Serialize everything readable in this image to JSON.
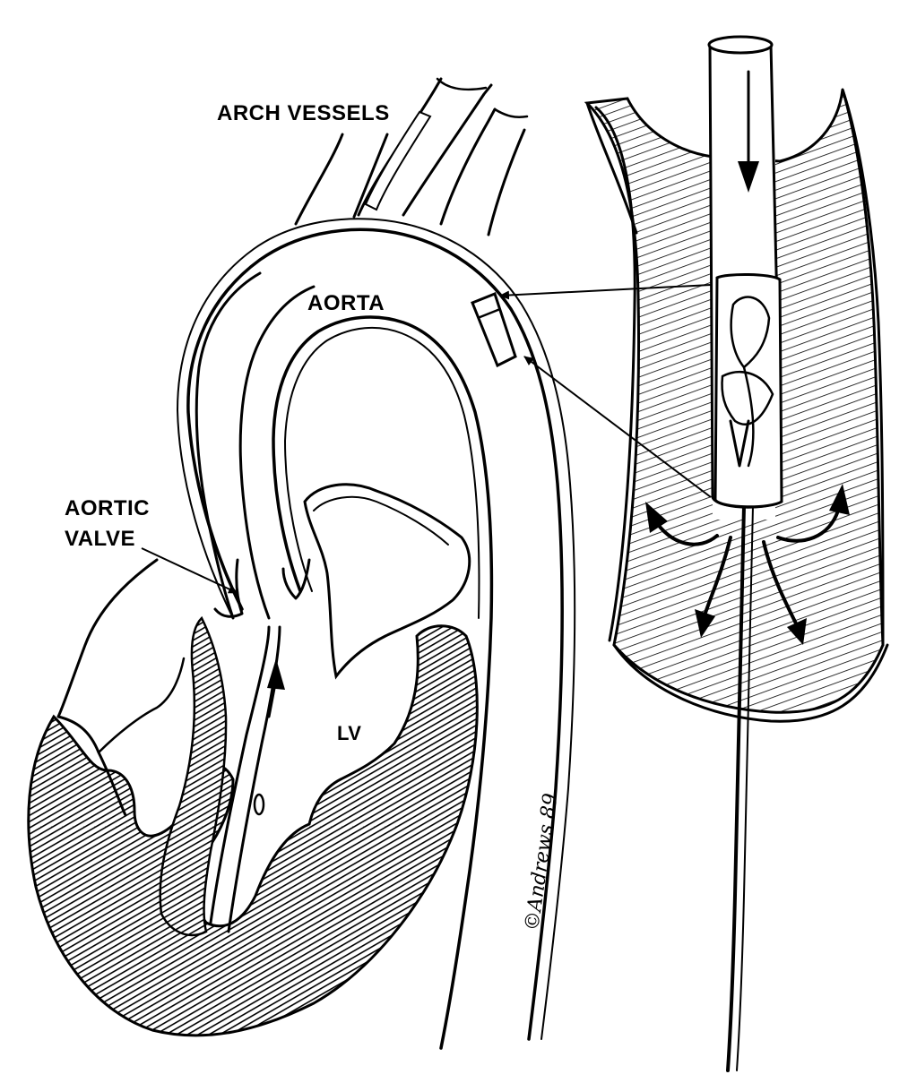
{
  "labels": {
    "arch_vessels": "ARCH VESSELS",
    "aorta": "AORTA",
    "aortic_valve_line1": "AORTIC",
    "aortic_valve_line2": "VALVE",
    "lv": "LV"
  },
  "signature": "©Andrews 89",
  "colors": {
    "ink": "#000000",
    "paper": "#ffffff"
  }
}
